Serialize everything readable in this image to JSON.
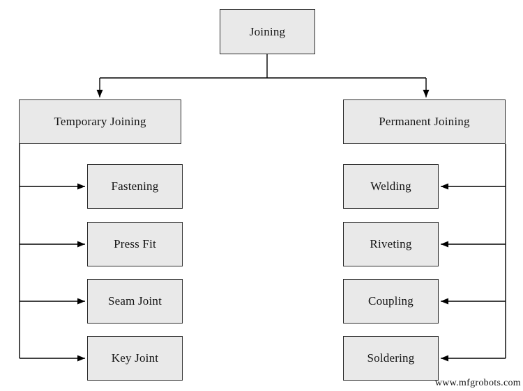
{
  "diagram": {
    "root": {
      "label": "Joining"
    },
    "branches": [
      {
        "label": "Temporary Joining",
        "children": [
          {
            "label": "Fastening"
          },
          {
            "label": "Press Fit"
          },
          {
            "label": "Seam Joint"
          },
          {
            "label": "Key Joint"
          }
        ]
      },
      {
        "label": "Permanent Joining",
        "children": [
          {
            "label": "Welding"
          },
          {
            "label": "Riveting"
          },
          {
            "label": "Coupling"
          },
          {
            "label": "Soldering"
          }
        ]
      }
    ],
    "watermark": "www.mfgrobots.com",
    "colors": {
      "background": "#ffffff",
      "box_fill": "#e9e9e9",
      "box_border": "#2b2b2b",
      "connector_line": "#000000",
      "text": "#141414"
    }
  }
}
